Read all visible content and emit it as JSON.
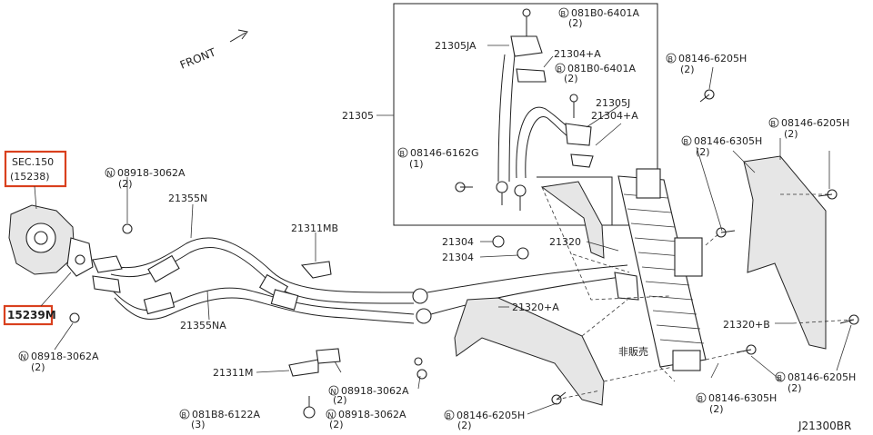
{
  "labels": {
    "front": "FRONT",
    "sec_top": "SEC.150",
    "sec_bottom": "(15238)",
    "p15239m": "15239M",
    "n08918_top": "08918-3062A",
    "n08918_top_qty": "(2)",
    "n08918_left": "08918-3062A",
    "n08918_left_qty": "(2)",
    "n08918_mid1": "08918-3062A",
    "n08918_mid1_qty": "(2)",
    "n08918_mid2": "08918-3062A",
    "n08918_mid2_qty": "(2)",
    "p21355n": "21355N",
    "p21355na": "21355NA",
    "p21311mb": "21311MB",
    "p21311m": "21311M",
    "b081b8_6122a": "081B8-6122A",
    "b081b8_6122a_qty": "(3)",
    "b081b0_6401a_top": "081B0-6401A",
    "b081b0_6401a_top_qty": "(2)",
    "p21305ja": "21305JA",
    "p21304a_top": "21304+A",
    "b081b0_6401a_mid": "081B0-6401A",
    "b081b0_6401a_mid_qty": "(2)",
    "p21305j": "21305J",
    "p21304a_mid": "21304+A",
    "p21305": "21305",
    "b08146_6162g": "08146-6162G",
    "b08146_6162g_qty": "(1)",
    "p21304_a": "21304",
    "p21304_b": "21304",
    "p21320": "21320",
    "p21320a": "21320+A",
    "p21320b": "21320+B",
    "b08146_6205h_top": "08146-6205H",
    "b08146_6205h_top_qty": "(2)",
    "b08146_6205h_right": "08146-6205H",
    "b08146_6205h_right_qty": "(2)",
    "b08146_6305h_top": "08146-6305H",
    "b08146_6305h_top_qty": "(2)",
    "b08146_6305h_bottom": "08146-6305H",
    "b08146_6305h_bottom_qty": "(2)",
    "b08146_6205h_br": "08146-6205H",
    "b08146_6205h_br_qty": "(2)",
    "b08146_6205h_bottom": "08146-6205H",
    "b08146_6205h_bottom_qty": "(2)",
    "not_for_sale": "非販売",
    "diagram_id": "J21300BR",
    "bolt_symbol": "B",
    "nut_symbol": "N"
  },
  "highlight_color": "#d9401e"
}
